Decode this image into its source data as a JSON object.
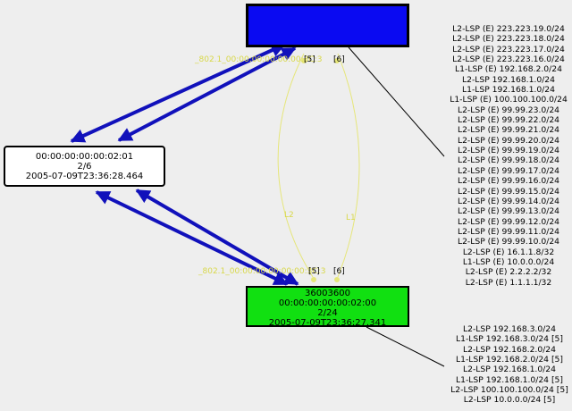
{
  "nodes": {
    "blue": {
      "line1": "",
      "line2": "",
      "line3": "",
      "fill": "#0a0af2"
    },
    "white": {
      "line1": "00:00:00:00:00:02:01",
      "line2": "2/6",
      "line3": "2005-07-09T23:36:28.464",
      "fill": "#ffffff"
    },
    "green": {
      "line1": "36003600",
      "line2": "00:00:00:00:00:02:00",
      "line3": "2/24",
      "line4": "2005-07-09T23:36:27.341",
      "fill": "#11e011"
    }
  },
  "edge_labels": {
    "top_port_left": "_802.1_00:00:00:00:00:00:3C:3",
    "top_port_a": "[5]",
    "top_port_b": "[6]",
    "bottom_port_left": "_802.1_00:00:00:00:00:00:3C:3",
    "bottom_port_a": "[5]",
    "bottom_port_b": "[6]",
    "l2": "L2",
    "l1": "L1"
  },
  "colors": {
    "link": "#1111bb",
    "lsp_curve": "#e6e67a",
    "connector": "#000000"
  },
  "top_lsp_list": [
    "L2-LSP (E) 223.223.19.0/24",
    "L2-LSP (E) 223.223.18.0/24",
    "L2-LSP (E) 223.223.17.0/24",
    "L2-LSP (E) 223.223.16.0/24",
    "L1-LSP (E) 192.168.2.0/24",
    "L2-LSP 192.168.1.0/24",
    "L1-LSP 192.168.1.0/24",
    "L1-LSP (E) 100.100.100.0/24",
    "L2-LSP (E) 99.99.23.0/24",
    "L2-LSP (E) 99.99.22.0/24",
    "L2-LSP (E) 99.99.21.0/24",
    "L2-LSP (E) 99.99.20.0/24",
    "L2-LSP (E) 99.99.19.0/24",
    "L2-LSP (E) 99.99.18.0/24",
    "L2-LSP (E) 99.99.17.0/24",
    "L2-LSP (E) 99.99.16.0/24",
    "L2-LSP (E) 99.99.15.0/24",
    "L2-LSP (E) 99.99.14.0/24",
    "L2-LSP (E) 99.99.13.0/24",
    "L2-LSP (E) 99.99.12.0/24",
    "L2-LSP (E) 99.99.11.0/24",
    "L2-LSP (E) 99.99.10.0/24",
    "L2-LSP (E) 16.1.1.8/32",
    "L1-LSP (E) 10.0.0.0/24",
    "L2-LSP (E) 2.2.2.2/32",
    "L2-LSP (E) 1.1.1.1/32"
  ],
  "bottom_lsp_list": [
    "L2-LSP 192.168.3.0/24",
    "L1-LSP 192.168.3.0/24 [5]",
    "L2-LSP 192.168.2.0/24",
    "L1-LSP 192.168.2.0/24 [5]",
    "L2-LSP 192.168.1.0/24",
    "L1-LSP 192.168.1.0/24 [5]",
    "L2-LSP 100.100.100.0/24 [5]",
    "L2-LSP 10.0.0.0/24 [5]"
  ]
}
